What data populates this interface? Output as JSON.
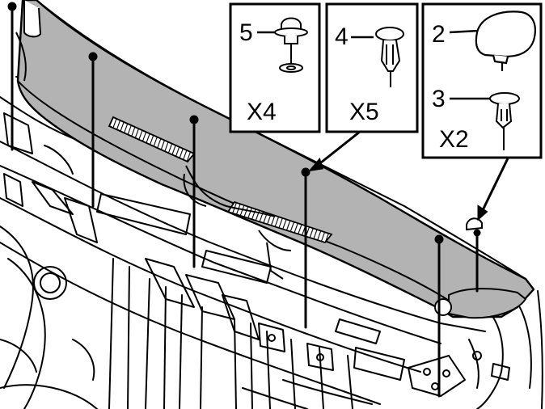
{
  "diagram": {
    "colors": {
      "line": "#000000",
      "panel_fill": "#b3b3b3",
      "background": "#ffffff",
      "detail_fill": "#eeeeee"
    },
    "callouts": {
      "part_2": "2",
      "part_3": "3",
      "part_4": "4",
      "part_5": "5"
    },
    "quantities": {
      "part_5": "X4",
      "part_4": "X5",
      "parts_2_3": "X2"
    }
  }
}
